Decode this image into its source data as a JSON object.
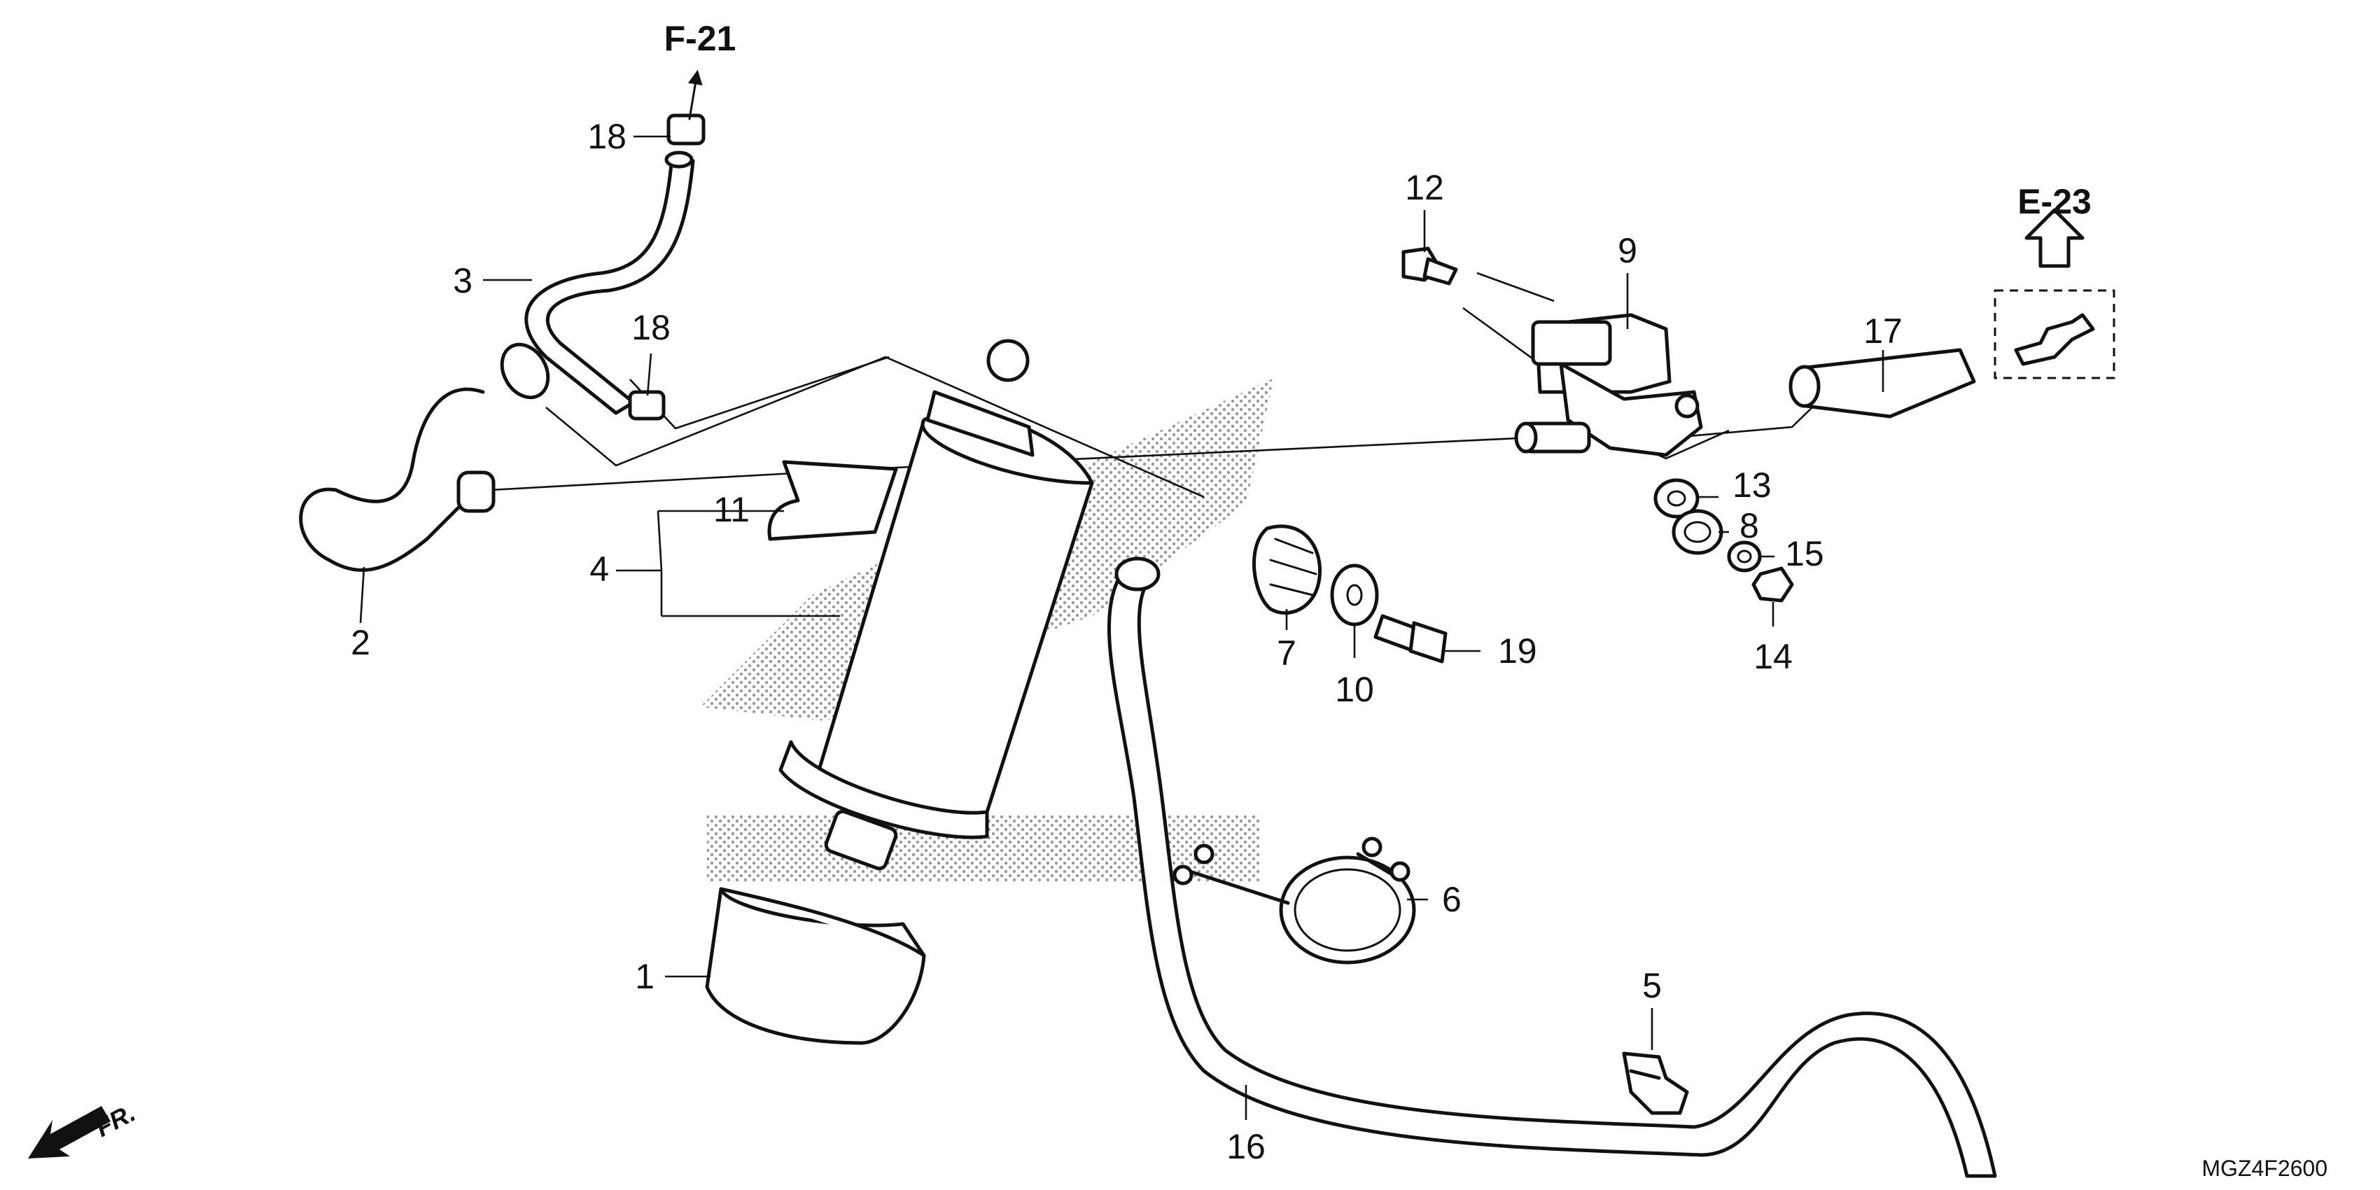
{
  "diagram": {
    "reference_top": "F-21",
    "reference_right": "E-23",
    "front_label": "FR.",
    "diagram_code": "MGZ4F2600",
    "callouts": [
      "1",
      "2",
      "3",
      "4",
      "5",
      "6",
      "7",
      "8",
      "9",
      "10",
      "11",
      "12",
      "13",
      "14",
      "15",
      "16",
      "17",
      "18",
      "18",
      "19"
    ]
  }
}
